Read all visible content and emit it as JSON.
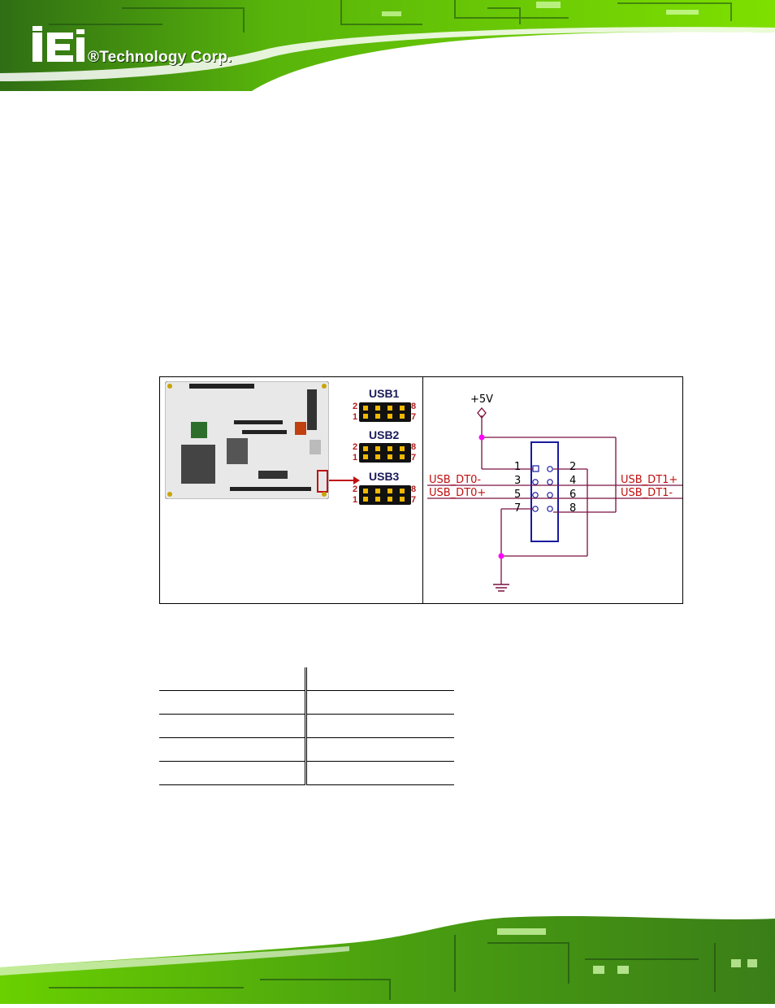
{
  "header": {
    "logo_mark": "iEi",
    "company_text": "®Technology Corp."
  },
  "figure": {
    "usb_headers": [
      {
        "name": "USB1",
        "pins_top_left": "2",
        "pins_bottom_left": "1",
        "pins_top_right": "8",
        "pins_bottom_right": "7"
      },
      {
        "name": "USB2",
        "pins_top_left": "2",
        "pins_bottom_left": "1",
        "pins_top_right": "8",
        "pins_bottom_right": "7"
      },
      {
        "name": "USB3",
        "pins_top_left": "2",
        "pins_bottom_left": "1",
        "pins_top_right": "8",
        "pins_bottom_right": "7"
      }
    ],
    "schematic": {
      "power_label": "+5V",
      "pins": [
        "1",
        "2",
        "3",
        "4",
        "5",
        "6",
        "7",
        "8"
      ],
      "left_signals": [
        "USB_DT0-",
        "USB_DT0+"
      ],
      "right_signals": [
        "USB_DT1+",
        "USB_DT1-"
      ]
    }
  },
  "table": {
    "rows": [
      [
        "",
        "",
        "",
        ""
      ],
      [
        "",
        "",
        "",
        ""
      ],
      [
        "",
        "",
        "",
        ""
      ],
      [
        "",
        "",
        "",
        ""
      ],
      [
        "",
        "",
        "",
        ""
      ]
    ]
  },
  "colors": {
    "header_green": "#6fd400",
    "pcb_dark": "#1d4a12",
    "signal_red": "#c01010",
    "wire_purple": "#7a1040",
    "node_magenta": "#ff00ff",
    "connector_blue": "#1a1aa0"
  }
}
